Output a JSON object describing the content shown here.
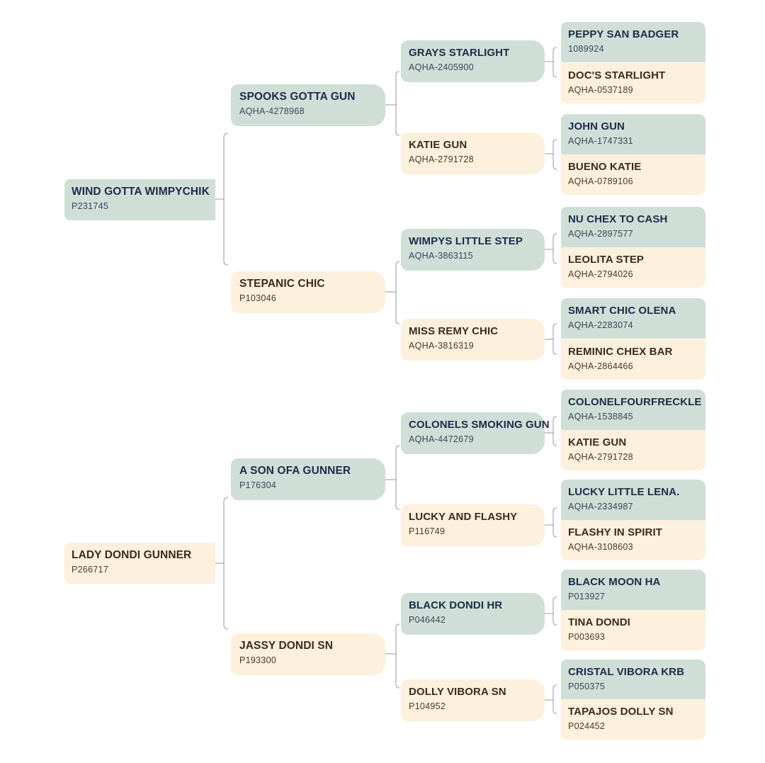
{
  "pedigree": {
    "subjects": [
      {
        "name": "WIND GOTTA WIMPYCHIK",
        "reg": "P231745",
        "sire": {
          "name": "SPOOKS GOTTA GUN",
          "reg": "AQHA-4278968",
          "sire": {
            "name": "GRAYS STARLIGHT",
            "reg": "AQHA-2405900",
            "sire": {
              "name": "PEPPY SAN BADGER",
              "reg": "1089924"
            },
            "dam": {
              "name": "DOC'S STARLIGHT",
              "reg": "AQHA-0537189"
            }
          },
          "dam": {
            "name": "KATIE GUN",
            "reg": "AQHA-2791728",
            "sire": {
              "name": "JOHN GUN",
              "reg": "AQHA-1747331"
            },
            "dam": {
              "name": "BUENO KATIE",
              "reg": "AQHA-0789106"
            }
          }
        },
        "dam": {
          "name": "STEPANIC CHIC",
          "reg": "P103046",
          "sire": {
            "name": "WIMPYS LITTLE STEP",
            "reg": "AQHA-3863115",
            "sire": {
              "name": "NU CHEX TO CASH",
              "reg": "AQHA-2897577"
            },
            "dam": {
              "name": "LEOLITA STEP",
              "reg": "AQHA-2794026"
            }
          },
          "dam": {
            "name": "MISS REMY CHIC",
            "reg": "AQHA-3816319",
            "sire": {
              "name": "SMART CHIC OLENA",
              "reg": "AQHA-2283074"
            },
            "dam": {
              "name": "REMINIC CHEX BAR",
              "reg": "AQHA-2864466"
            }
          }
        }
      },
      {
        "name": "LADY DONDI GUNNER",
        "reg": "P266717",
        "sire": {
          "name": "A SON OFA GUNNER",
          "reg": "P176304",
          "sire": {
            "name": "COLONELS SMOKING GUN",
            "reg": "AQHA-4472679",
            "sire": {
              "name": "COLONELFOURFRECKLE",
              "reg": "AQHA-1538845"
            },
            "dam": {
              "name": "KATIE GUN",
              "reg": "AQHA-2791728"
            }
          },
          "dam": {
            "name": "LUCKY AND FLASHY",
            "reg": "P116749",
            "sire": {
              "name": "LUCKY LITTLE LENA.",
              "reg": "AQHA-2334987"
            },
            "dam": {
              "name": "FLASHY IN SPIRIT",
              "reg": "AQHA-3108603"
            }
          }
        },
        "dam": {
          "name": "JASSY DONDI SN",
          "reg": "P193300",
          "sire": {
            "name": "BLACK DONDI HR",
            "reg": "P046442",
            "sire": {
              "name": "BLACK MOON HA",
              "reg": "P013927"
            },
            "dam": {
              "name": "TINA DONDI",
              "reg": "P003693"
            }
          },
          "dam": {
            "name": "DOLLY VIBORA SN",
            "reg": "P104952",
            "sire": {
              "name": "CRISTAL VIBORA KRB",
              "reg": "P050375"
            },
            "dam": {
              "name": "TAPAJOS DOLLY SN",
              "reg": "P024452"
            }
          }
        }
      }
    ],
    "colors": {
      "sire_fill": "#cfdfd7",
      "dam_fill": "#fdf0dc",
      "connector": "#9a9a9a"
    }
  }
}
